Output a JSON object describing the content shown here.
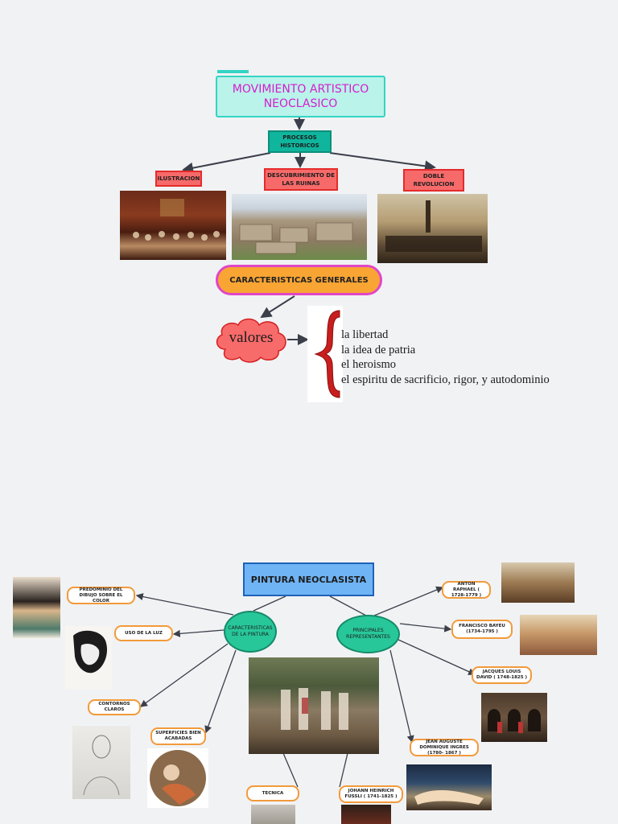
{
  "top_map": {
    "title": "MOVIMIENTO ARTISTICO NEOCLASICO",
    "procesos": "PROCESOS HISTORICOS",
    "ilustracion": "ILUSTRACION",
    "descubrimiento": "DESCUBRIMIENTO DE LAS RUINAS",
    "doble": "DOBLE REVOLUCION",
    "caracteristicas": "CARACTERISTICAS GENERALES",
    "valores": "valores",
    "valores_items": [
      "la libertad",
      "la idea de patria",
      "el heroismo",
      "el espiritu de sacrificio, rigor, y autodominio"
    ]
  },
  "bottom_map": {
    "title": "PINTURA NEOCLASISTA",
    "caract_pintura": "CARACTERISTICAS DE LA PINTURA",
    "representantes": "PRINCIPALES REPRESENTANTES",
    "predominio": "PREDOMINIO DEL DIBUJO SOBRE EL COLOR",
    "uso_luz": "USO DE LA LUZ",
    "contornos": "CONTORNOS CLAROS",
    "superficies": "SUPERFICIES BIEN ACABADAS",
    "tecnica": "TECNICA",
    "anton": "ANTON RAPHAEL ( 1728-1779 )",
    "bayeu": "FRANCISCO BAYEU (1734-1795 )",
    "david": "JACQUES LOUIS DAVID ( 1748-1825 )",
    "ingres": "JEAN AUGUSTE DOMINIQUE INGRES (1780- 1867 )",
    "fussli": "JOHANN HEINRICH FUSSLI ( 1741-1825 )"
  },
  "colors": {
    "background": "#f1f2f4",
    "title_text": "#d81ccd",
    "teal": "#0fb59d",
    "red": "#f66a6a",
    "orange": "#f9a534",
    "blue": "#6fb4f5",
    "pill_border": "#f29a3b"
  }
}
